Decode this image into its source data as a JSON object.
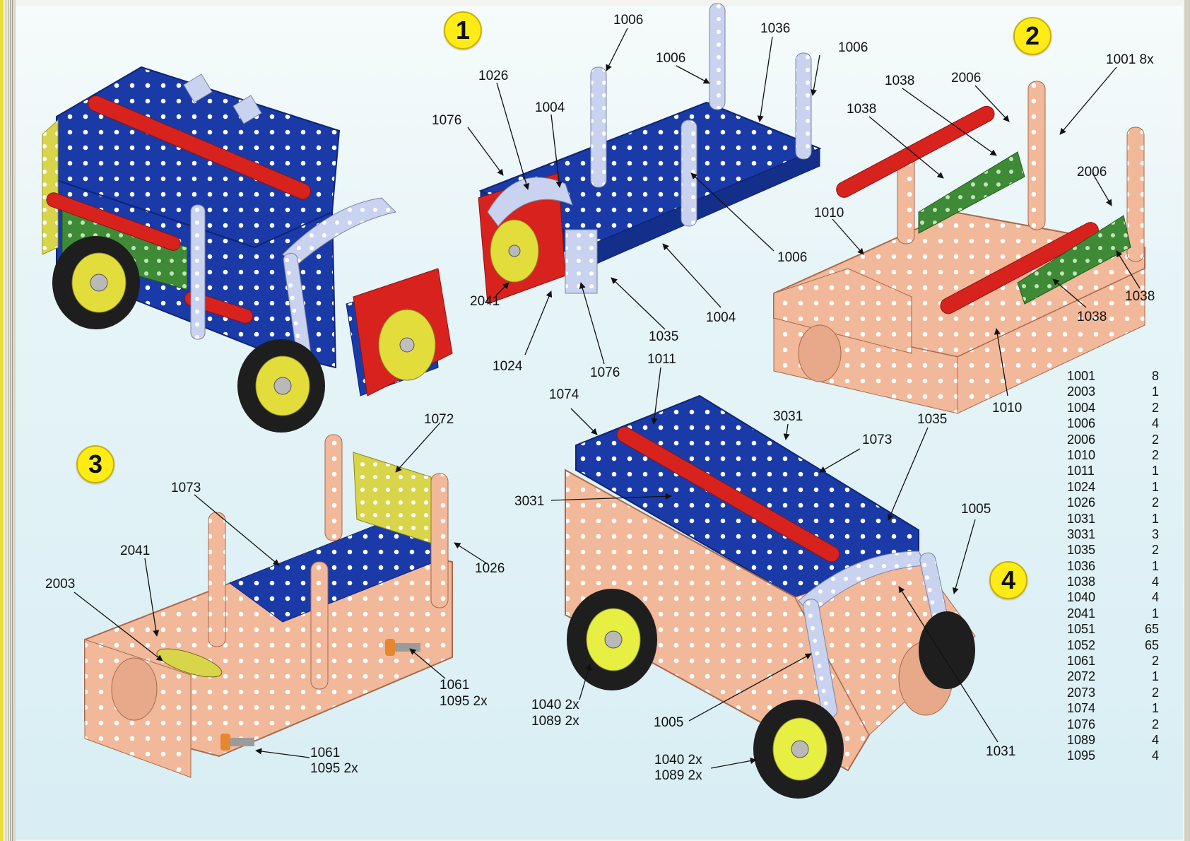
{
  "steps": [
    {
      "number": "1"
    },
    {
      "number": "2"
    },
    {
      "number": "3"
    },
    {
      "number": "4"
    }
  ],
  "callouts": {
    "s1": [
      "1006",
      "1036",
      "1006",
      "1006",
      "1026",
      "1004",
      "1076",
      "1006",
      "2041",
      "1004",
      "1035",
      "1024",
      "1076"
    ],
    "s2": [
      "1001 8x",
      "1038",
      "2006",
      "1038",
      "2006",
      "1010",
      "1038",
      "1038",
      "1010"
    ],
    "s3": [
      "1072",
      "1073",
      "2041",
      "2003",
      "1026",
      "1061",
      "1095 2x",
      "1061",
      "1095 2x"
    ],
    "s4": [
      "1011",
      "1074",
      "3031",
      "1073",
      "1035",
      "3031",
      "1005",
      "1040 2x",
      "1089 2x",
      "1005",
      "1040 2x",
      "1089 2x",
      "1031"
    ]
  },
  "parts_list": [
    {
      "part": "1001",
      "qty": "8"
    },
    {
      "part": "2003",
      "qty": "1"
    },
    {
      "part": "1004",
      "qty": "2"
    },
    {
      "part": "1006",
      "qty": "4"
    },
    {
      "part": "2006",
      "qty": "2"
    },
    {
      "part": "1010",
      "qty": "2"
    },
    {
      "part": "1011",
      "qty": "1"
    },
    {
      "part": "1024",
      "qty": "1"
    },
    {
      "part": "1026",
      "qty": "2"
    },
    {
      "part": "1031",
      "qty": "1"
    },
    {
      "part": "3031",
      "qty": "3"
    },
    {
      "part": "1035",
      "qty": "2"
    },
    {
      "part": "1036",
      "qty": "1"
    },
    {
      "part": "1038",
      "qty": "4"
    },
    {
      "part": "1040",
      "qty": "4"
    },
    {
      "part": "2041",
      "qty": "1"
    },
    {
      "part": "1051",
      "qty": "65"
    },
    {
      "part": "1052",
      "qty": "65"
    },
    {
      "part": "1061",
      "qty": "2"
    },
    {
      "part": "2072",
      "qty": "1"
    },
    {
      "part": "2073",
      "qty": "2"
    },
    {
      "part": "1074",
      "qty": "1"
    },
    {
      "part": "1076",
      "qty": "2"
    },
    {
      "part": "1089",
      "qty": "4"
    },
    {
      "part": "1095",
      "qty": "4"
    }
  ],
  "colors": {
    "blue": "#1a3aa8",
    "red": "#d8221e",
    "silver": "#c9d2ee",
    "green": "#3f8a36",
    "yellow": "#e3dd3c",
    "copper": "#f2b89a",
    "tire": "#1e1e1e",
    "badge": "#ffec17"
  }
}
